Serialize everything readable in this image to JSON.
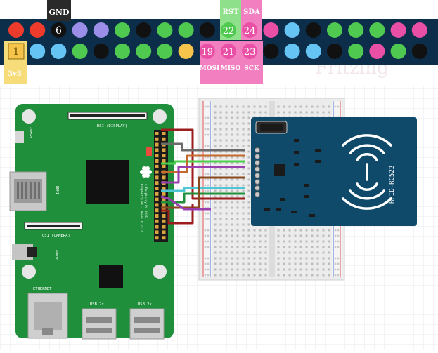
{
  "header": {
    "pinout": {
      "top_row": [
        "red",
        "red",
        "6",
        "purple",
        "purple",
        "green",
        "black",
        "green",
        "green",
        "black",
        "22",
        "24",
        "pink",
        "blue",
        "black",
        "green",
        "green",
        "green",
        "pink",
        "pink"
      ],
      "bottom_row": [
        "1",
        "blue",
        "blue",
        "green",
        "black",
        "green",
        "green",
        "green",
        "yellow",
        "19",
        "21",
        "23",
        "black",
        "blue",
        "blue",
        "black",
        "green",
        "pink",
        "green",
        "black"
      ],
      "labels_top": {
        "gnd": "GND",
        "rst": "RST",
        "sda": "SDA"
      },
      "labels_bottom": {
        "v33": "3v3",
        "mosi": "MOSI",
        "miso": "MISO",
        "sck": "SCK"
      },
      "pin_numbers": {
        "gnd": "6",
        "rst": "22",
        "sda": "24",
        "v33": "1",
        "mosi": "19",
        "miso": "21",
        "sck": "23"
      }
    },
    "watermark": "Fritzing"
  },
  "board": {
    "dsi_label": "DSI (DISPLAY)",
    "hdmi_label": "HDMI",
    "csi_label": "CSI (CAMERA)",
    "audio_label": "Audio",
    "ethernet_label": "ETHERNET",
    "usb1_label": "USB 2x",
    "usb2_label": "USB 2x",
    "power_label": "Power",
    "model_line1": "Raspberry Pi 3 Model B v1.2",
    "model_line2": "© Raspberry Pi 2015"
  },
  "rfid": {
    "label": "RFID-RC522"
  },
  "colors": {
    "pin_red": "#ef3b2c",
    "pin_blue": "#66c4f5",
    "pin_purple": "#9a8ee8",
    "pin_green": "#4fc94f",
    "pin_black": "#111111",
    "pin_yellow": "#f6c44a",
    "pin_pink": "#ea4fa6",
    "header_bg": "#0d2e4a",
    "board_green": "#1f8f3b",
    "rfid_blue": "#0f4a6b"
  }
}
